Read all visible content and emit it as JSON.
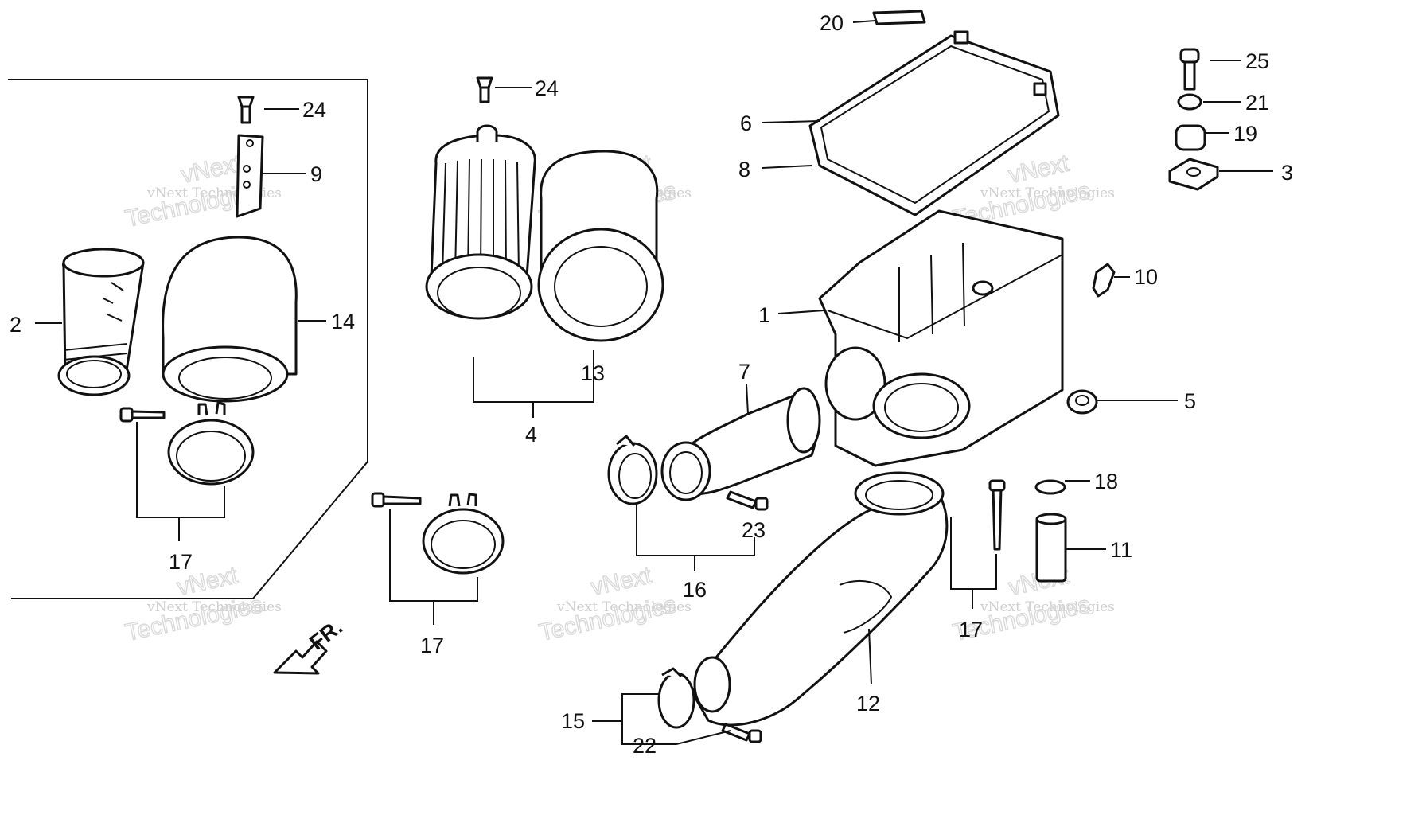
{
  "labels": {
    "l1": "1",
    "l2": "2",
    "l3": "3",
    "l4": "4",
    "l5": "5",
    "l6": "6",
    "l7": "7",
    "l8": "8",
    "l9": "9",
    "l10": "10",
    "l11": "11",
    "l12": "12",
    "l13": "13",
    "l14": "14",
    "l15": "15",
    "l16": "16",
    "l17a": "17",
    "l17b": "17",
    "l17c": "17",
    "l18": "18",
    "l19": "19",
    "l20": "20",
    "l21": "21",
    "l22a": "22",
    "l23": "23",
    "l24a": "24",
    "l24b": "24",
    "l25": "25"
  },
  "direction": "FR.",
  "watermark": {
    "small": "vNext Technologies",
    "big_line1": "vNext",
    "big_line2": "Technologies"
  }
}
